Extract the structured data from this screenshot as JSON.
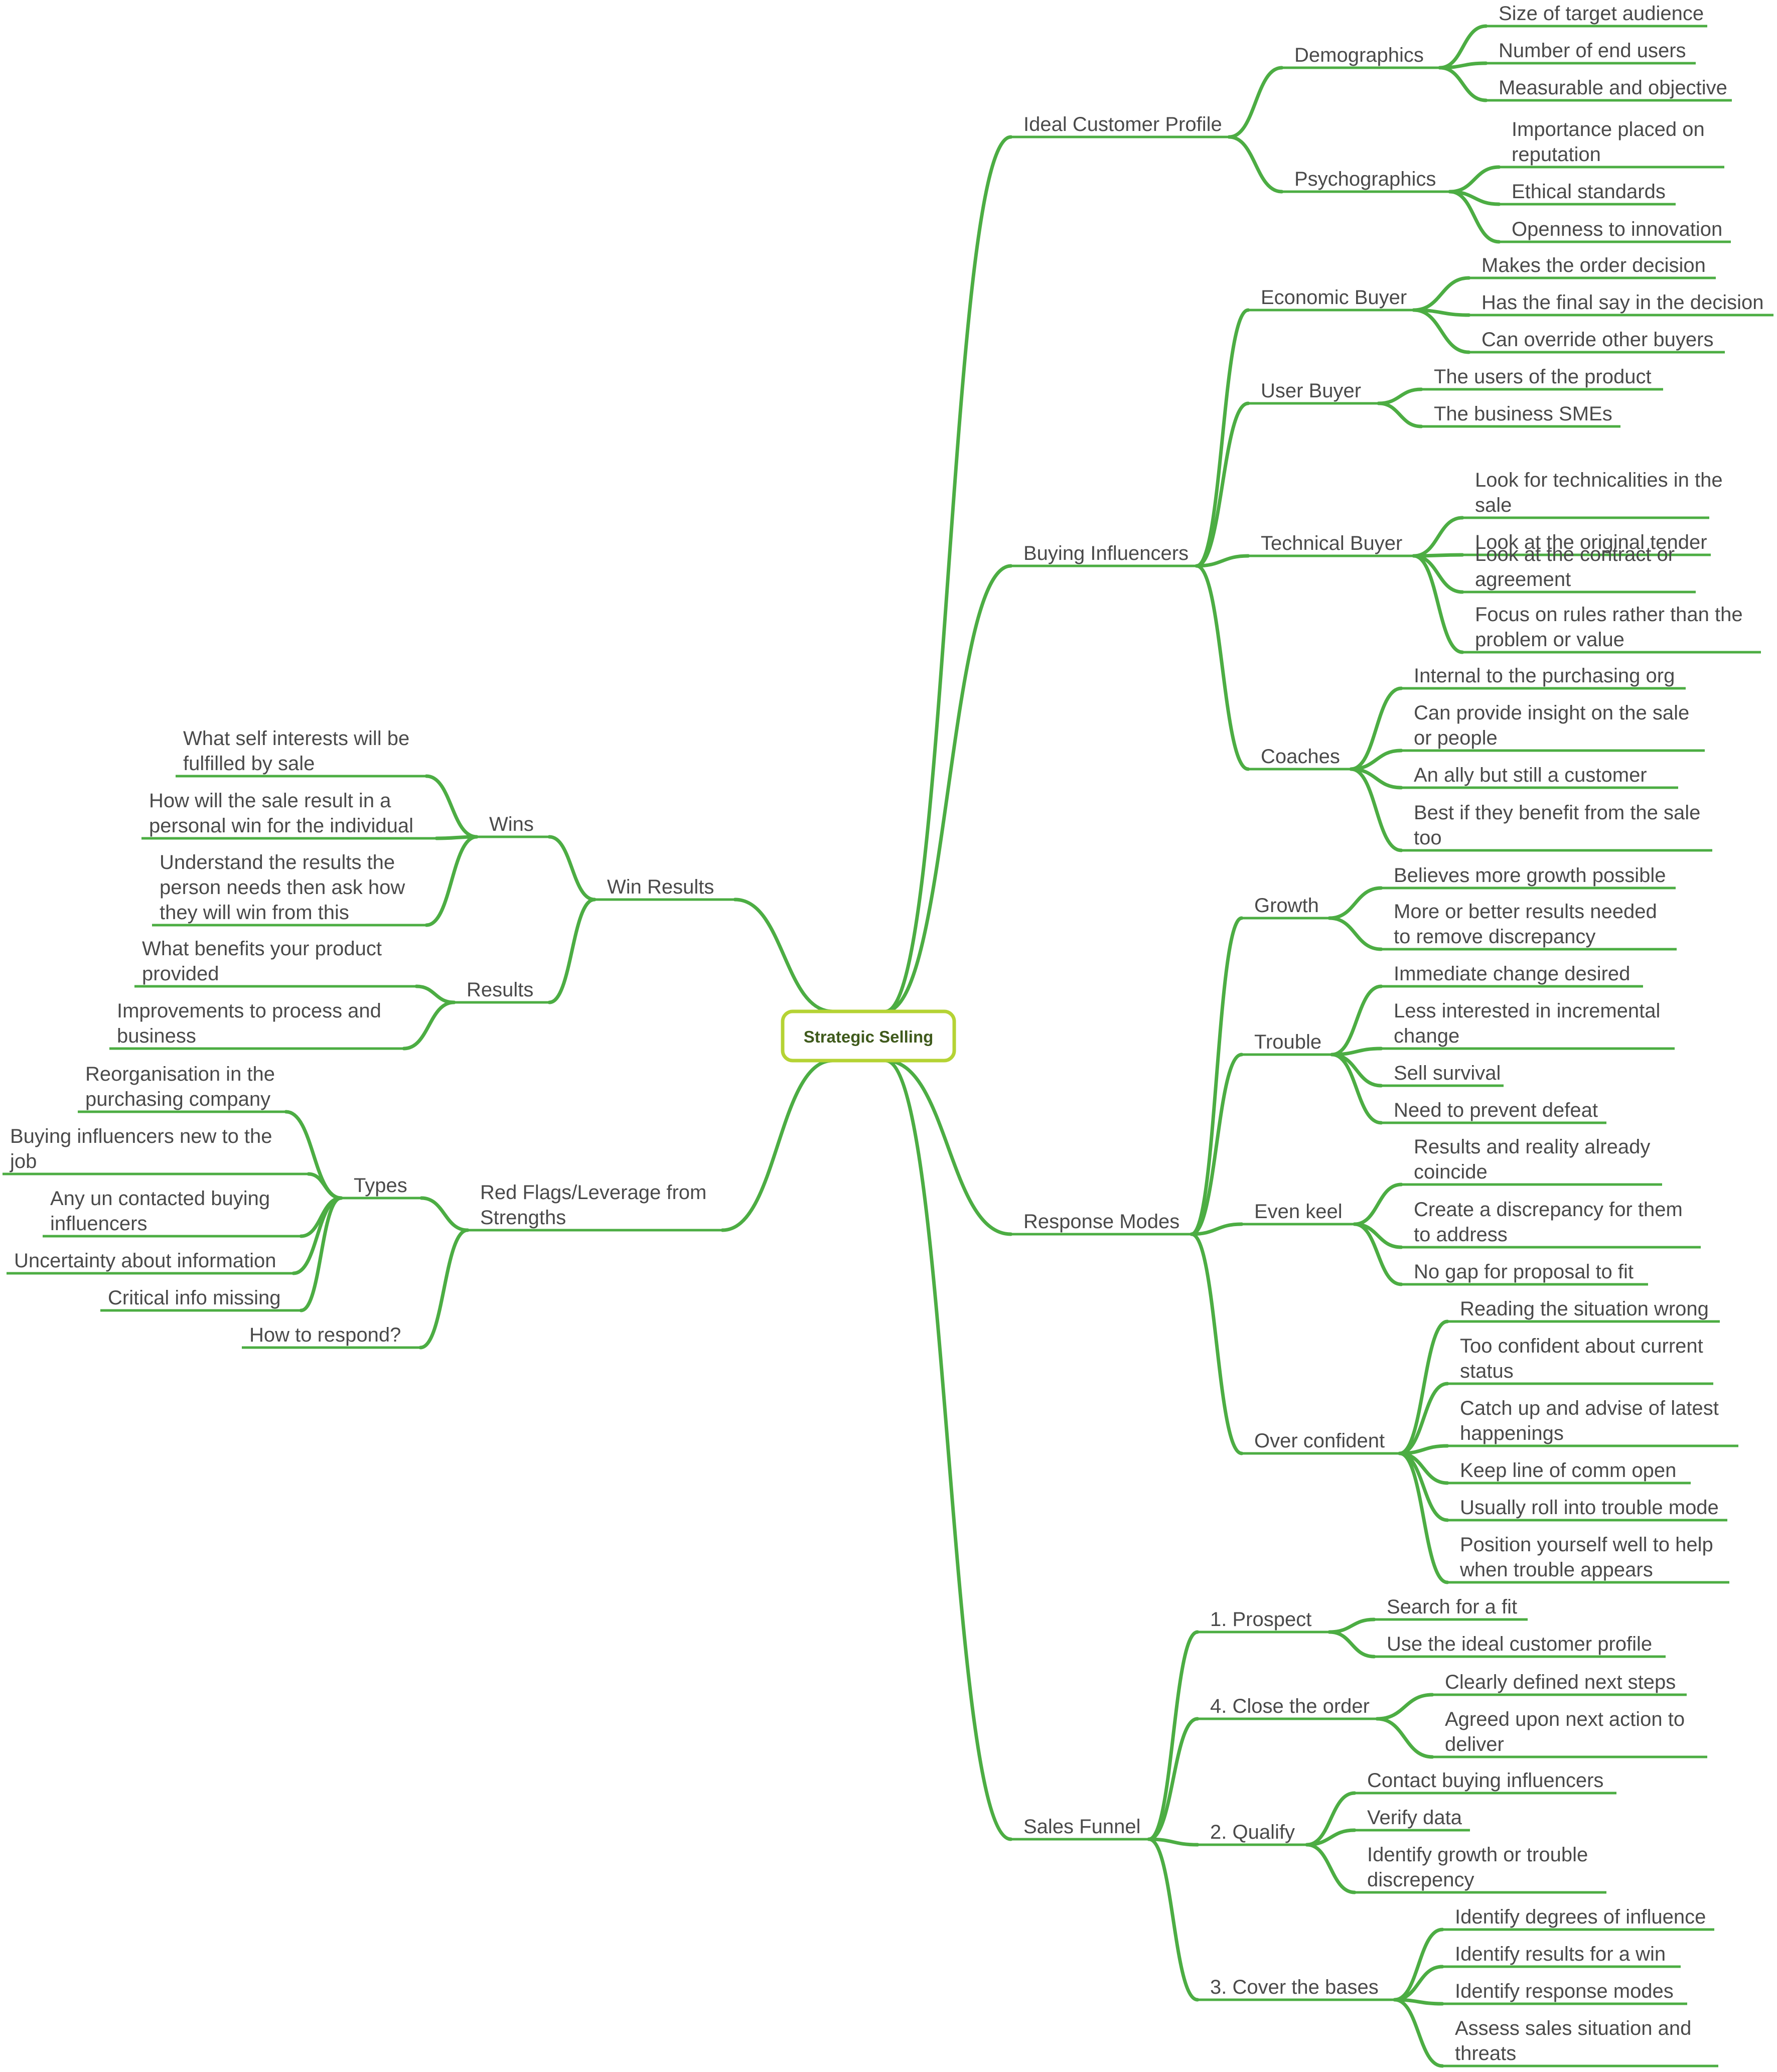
{
  "center": "Strategic Selling",
  "colors": {
    "branch": "#4cad43",
    "center_border": "#b5d334",
    "text": "#4a4a4a"
  },
  "nodes": {
    "icp": "Ideal Customer Profile",
    "demo": "Demographics",
    "demo_1": "Size of target audience",
    "demo_2": "Number of end users",
    "demo_3": "Measurable and objective",
    "psy": "Psychographics",
    "psy_1": [
      "Importance placed on",
      "reputation"
    ],
    "psy_2": "Ethical standards",
    "psy_3": "Openness to innovation",
    "bi": "Buying Influencers",
    "eb": "Economic Buyer",
    "eb_1": "Makes the order decision",
    "eb_2": "Has the final say in the decision",
    "eb_3": "Can override other buyers",
    "ub": "User Buyer",
    "ub_1": "The users of the product",
    "ub_2": "The business SMEs",
    "tb": "Technical Buyer",
    "tb_1": [
      "Look for technicalities in the",
      "sale"
    ],
    "tb_2": "Look at the original tender",
    "tb_3": [
      "Look at the contract or",
      "agreement"
    ],
    "tb_4": [
      "Focus on rules rather than the",
      "problem or value"
    ],
    "co": "Coaches",
    "co_1": "Internal to the purchasing org",
    "co_2": [
      "Can provide insight on the sale",
      "or people"
    ],
    "co_3": "An ally but still a customer",
    "co_4": [
      "Best if they benefit from the sale",
      "too"
    ],
    "rm": "Response Modes",
    "gr": "Growth",
    "gr_1": "Believes more growth possible",
    "gr_2": [
      "More or better results needed",
      "to remove discrepancy"
    ],
    "tr": "Trouble",
    "tr_1": "Immediate change desired",
    "tr_2": [
      "Less interested in incremental",
      "change"
    ],
    "tr_3": "Sell survival",
    "tr_4": "Need to prevent defeat",
    "ek": "Even keel",
    "ek_1": [
      "Results and reality already",
      "coincide"
    ],
    "ek_2": [
      "Create a discrepancy for them",
      "to address"
    ],
    "ek_3": "No gap for proposal to fit",
    "oc": "Over confident",
    "oc_1": "Reading the situation wrong",
    "oc_2": [
      "Too confident about current",
      "status"
    ],
    "oc_3": [
      "Catch up and advise of latest",
      "happenings"
    ],
    "oc_4": "Keep line of comm open",
    "oc_5": "Usually roll into trouble mode",
    "oc_6": [
      "Position yourself well to help",
      "when trouble appears"
    ],
    "sf": "Sales Funnel",
    "p1": "1. Prospect",
    "p1_1": "Search for a fit",
    "p1_2": "Use the ideal customer profile",
    "p4": "4. Close the order",
    "p4_1": "Clearly defined next steps",
    "p4_2": [
      "Agreed upon next action to",
      "deliver"
    ],
    "p2": "2. Qualify",
    "p2_1": "Contact buying influencers",
    "p2_2": "Verify data",
    "p2_3": [
      "Identify growth or trouble",
      "discrepency"
    ],
    "p3": "3. Cover the bases",
    "p3_1": "Identify degrees of influence",
    "p3_2": "Identify results for a win",
    "p3_3": "Identify response modes",
    "p3_4": [
      "Assess sales situation and",
      "threats"
    ],
    "wr": "Win Results",
    "wi": "Wins",
    "wi_1": [
      "What self interests will be",
      "fulfilled by sale"
    ],
    "wi_2": [
      "How will the sale result in a",
      "personal win for the individual"
    ],
    "wi_3": [
      "Understand the results the",
      "person needs then ask how",
      "they will win from this"
    ],
    "re": "Results",
    "re_1": [
      "What benefits your product",
      "provided"
    ],
    "re_2": [
      "Improvements to process and",
      "business"
    ],
    "rf": [
      "Red Flags/Leverage from",
      "Strengths"
    ],
    "ty": "Types",
    "ty_1": [
      "Reorganisation in the",
      "purchasing company"
    ],
    "ty_2": [
      "Buying influencers new to the",
      "job"
    ],
    "ty_3": [
      "Any un contacted buying",
      "influencers"
    ],
    "ty_4": "Uncertainty about information",
    "ty_5": "Critical info missing",
    "hr": "How to respond?"
  }
}
